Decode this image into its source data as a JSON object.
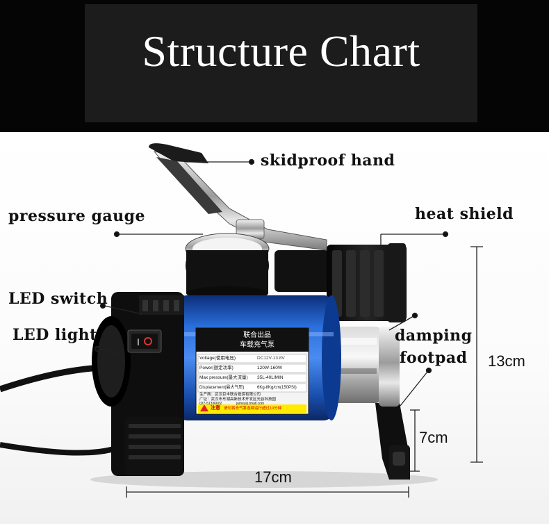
{
  "title": "Structure Chart",
  "labels": {
    "skidproof_hand": "skidproof hand",
    "pressure_gauge": "pressure gauge",
    "heat_shield": "heat shield",
    "led_switch": "LED switch",
    "led_light": "LED light",
    "damping": "damping",
    "footpad": "footpad"
  },
  "dimensions": {
    "height": "13cm",
    "foot_height": "7cm",
    "length": "17cm"
  },
  "nameplate": {
    "brand": "联合出品",
    "product": "车载充气泵",
    "rows": [
      {
        "key": "Voltage(使用电压)",
        "value": "DC12V-13.8V"
      },
      {
        "key": "Power(额定功率)",
        "value": "120W-160W"
      },
      {
        "key": "Max pressure(最大流量)",
        "value": "35L-40L/MIN"
      },
      {
        "key": "Displacement(最大气压)",
        "value": "6Kg-8Kg/cm(150PSI)"
      }
    ],
    "maker": "生产商：武汉巨丰联合投资有限公司",
    "address": "广址：武汉市东湖高新技术开发区光谷科技园",
    "phone": "027-51336602",
    "web": "jumsuip.tmall.com",
    "warning_title": "注意",
    "warning_text": "请勿将充气泵连续运行超过10分钟"
  },
  "colors": {
    "header_bg": "#050505",
    "title_box": "#1c1c1c",
    "cylinder_blue": "#1f5fc6",
    "body_black": "#141414",
    "chrome": "#c8c8c8"
  }
}
